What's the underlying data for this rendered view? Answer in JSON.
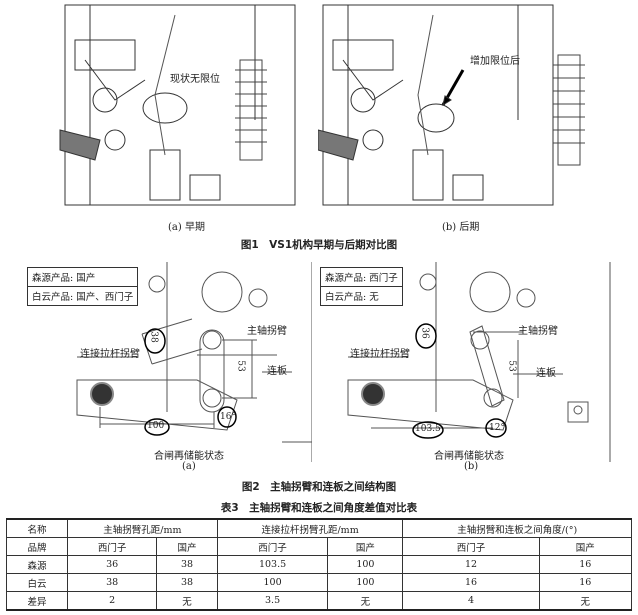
{
  "figure1": {
    "panel_a": {
      "label": "(a) 早期",
      "annotation": "现状无限位"
    },
    "panel_b": {
      "label": "(b) 后期",
      "annotation": "增加限位后"
    },
    "caption": "图1　VS1机构早期与后期对比图"
  },
  "figure2": {
    "panel_a": {
      "legend": [
        "森源产品: 国产",
        "白云产品: 国产、西门子"
      ],
      "dim_arm": "38",
      "dim_link": "53",
      "dim_rod": "100",
      "angle": "16°",
      "label_main_arm": "主轴拐臂",
      "label_rod_arm": "连接拉杆拐臂",
      "label_plate": "连板",
      "state": "合闸再储能状态",
      "sub": "(a)"
    },
    "panel_b": {
      "legend": [
        "森源产品: 西门子",
        "白云产品: 无"
      ],
      "dim_arm": "36",
      "dim_link": "53",
      "dim_rod": "103.5",
      "angle": "12°",
      "label_main_arm": "主轴拐臂",
      "label_rod_arm": "连接拉杆拐臂",
      "label_plate": "连板",
      "state": "合闸再储能状态",
      "sub": "(b)"
    },
    "caption": "图2　主轴拐臂和连板之间结构图"
  },
  "table3": {
    "title": "表3　主轴拐臂和连板之间角度差值对比表",
    "header1": [
      "名称",
      "主轴拐臂孔距/mm",
      "连接拉杆拐臂孔距/mm",
      "主轴拐臂和连板之间角度/(°)"
    ],
    "header2": [
      "品牌",
      "西门子",
      "国产",
      "西门子",
      "国产",
      "西门子",
      "国产"
    ],
    "rows": [
      [
        "森源",
        "36",
        "38",
        "103.5",
        "100",
        "12",
        "16"
      ],
      [
        "白云",
        "38",
        "38",
        "100",
        "100",
        "16",
        "16"
      ],
      [
        "差异",
        "2",
        "无",
        "3.5",
        "无",
        "4",
        "无"
      ]
    ]
  }
}
